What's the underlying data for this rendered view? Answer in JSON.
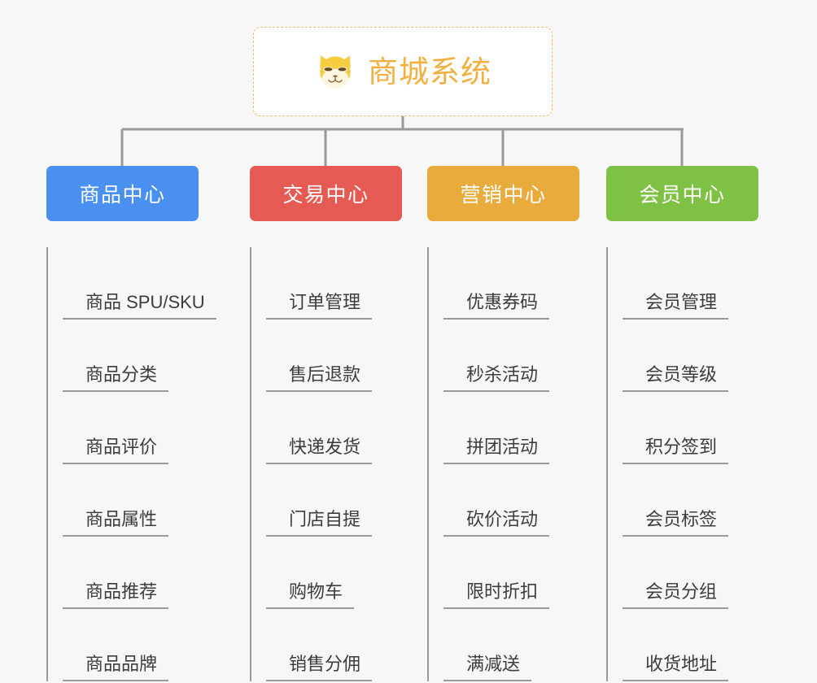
{
  "canvas": {
    "background": "#f7f7f7",
    "connector_color": "#9a9a9a"
  },
  "root": {
    "title": "商城系统",
    "icon": "shiba-dog-icon",
    "icon_color": "#f5cb3f",
    "text_color": "#f2b041",
    "border_color": "#f0c068",
    "background": "#ffffff"
  },
  "categories": [
    {
      "label": "商品中心",
      "color": "#4a90f0",
      "items": [
        "商品 SPU/SKU",
        "商品分类",
        "商品评价",
        "商品属性",
        "商品推荐",
        "商品品牌"
      ]
    },
    {
      "label": "交易中心",
      "color": "#e55b54",
      "items": [
        "订单管理",
        "售后退款",
        "快递发货",
        "门店自提",
        "购物车",
        "销售分佣"
      ]
    },
    {
      "label": "营销中心",
      "color": "#e8ab3c",
      "items": [
        "优惠券码",
        "秒杀活动",
        "拼团活动",
        "砍价活动",
        "限时折扣",
        "满减送"
      ]
    },
    {
      "label": "会员中心",
      "color": "#7ec144",
      "items": [
        "会员管理",
        "会员等级",
        "积分签到",
        "会员标签",
        "会员分组",
        "收货地址"
      ]
    }
  ]
}
